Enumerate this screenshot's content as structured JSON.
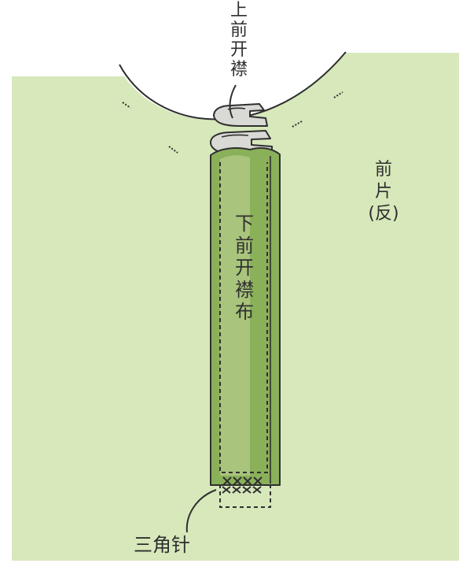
{
  "labels": {
    "upper_placket": [
      "上",
      "前",
      "开",
      "襟"
    ],
    "lower_placket_cloth": [
      "下",
      "前",
      "开",
      "襟",
      "布"
    ],
    "front_piece": [
      "前",
      "片",
      "(反)"
    ],
    "triangle_stitch": "三角针"
  },
  "colors": {
    "fabric": "#d7e8bb",
    "placket_green": "#8ab05a",
    "placket_inner": "#a9c47c",
    "folded_grey": "#d9d9d6",
    "outline": "#2f2f2f",
    "text": "#2f2f2f"
  }
}
